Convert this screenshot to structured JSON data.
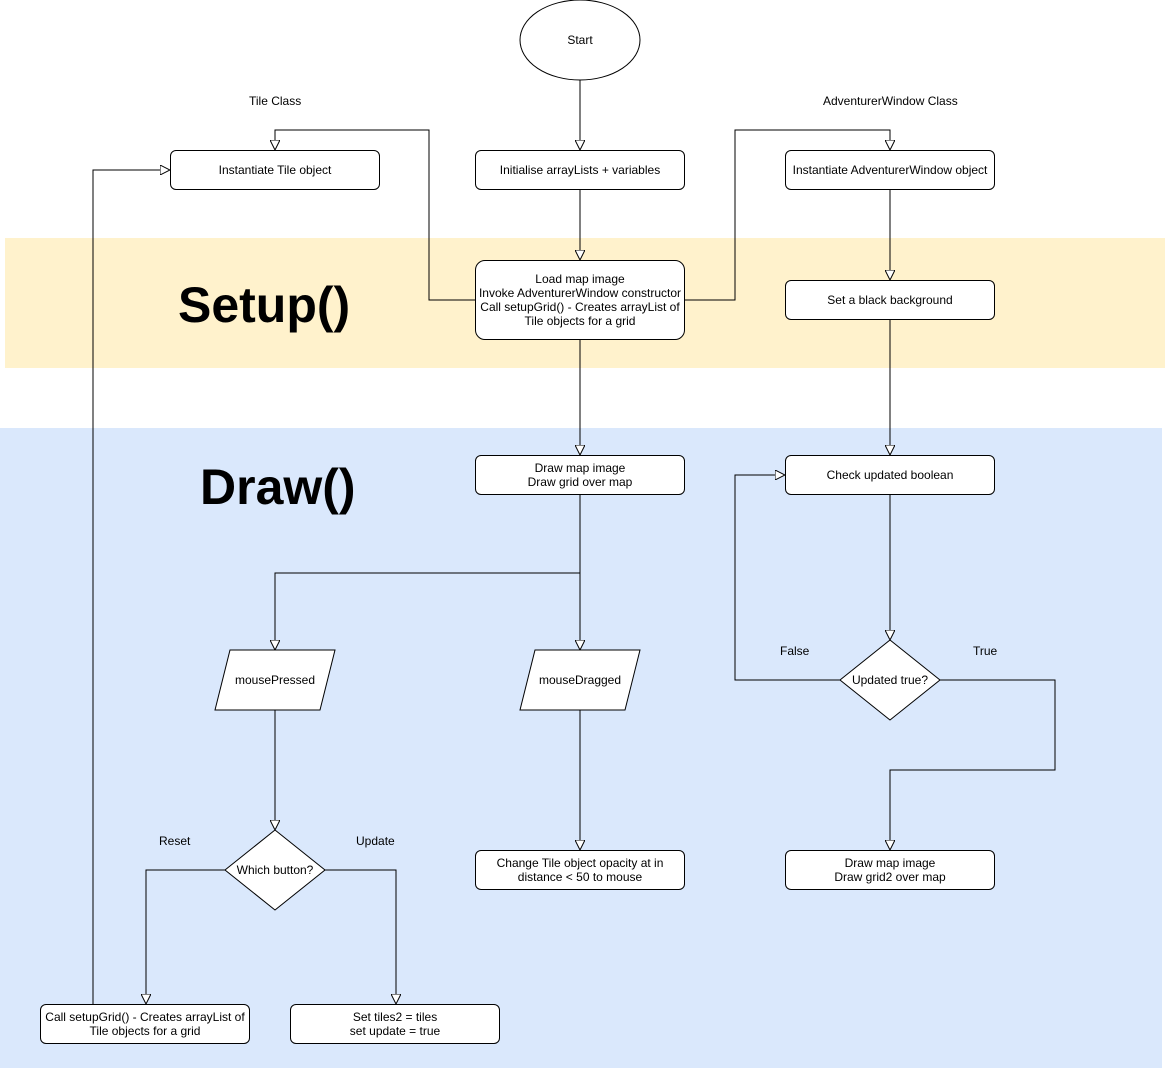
{
  "bands": {
    "setup": "Setup()",
    "draw": "Draw()"
  },
  "class_labels": {
    "tile": "Tile Class",
    "adventurer": "AdventurerWindow Class"
  },
  "nodes": {
    "start": "Start",
    "init": "Initialise arrayLists + variables",
    "instantiate_tile": "Instantiate Tile object",
    "instantiate_adventurer": "Instantiate AdventurerWindow object",
    "setup_main": "Load map image\nInvoke AdventurerWindow constructor\nCall setupGrid() - Creates arrayList of\nTile objects for a grid",
    "black_background": "Set a black background",
    "draw_map": "Draw map image\nDraw grid over map",
    "check_updated": "Check updated boolean",
    "mouse_pressed": "mousePressed",
    "mouse_dragged": "mouseDragged",
    "updated_true": "Updated true?",
    "which_button": "Which button?",
    "change_opacity": "Change Tile object opacity at in\ndistance < 50 to mouse",
    "draw_map2": "Draw map image\nDraw grid2 over map",
    "call_setup_grid": "Call setupGrid() - Creates arrayList of\nTile objects for a grid",
    "set_tiles2": "Set tiles2 = tiles\nset update = true"
  },
  "edge_labels": {
    "false": "False",
    "true": "True",
    "reset": "Reset",
    "update": "Update"
  }
}
